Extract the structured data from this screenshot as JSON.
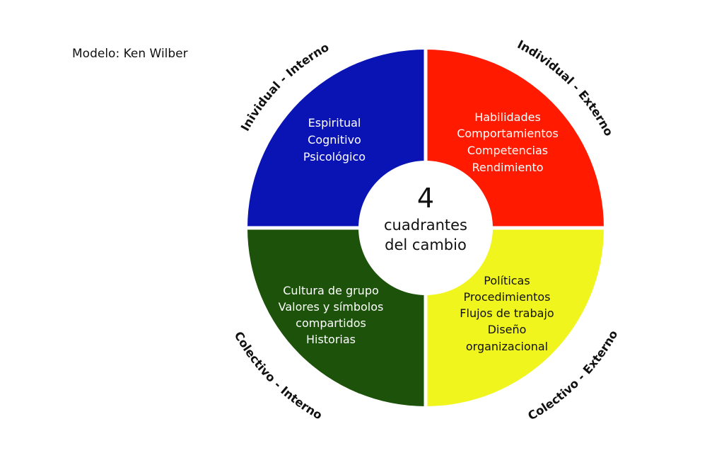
{
  "model_caption": "Modelo: Ken Wilber",
  "center": {
    "number": "4",
    "line1": "cuadrantes",
    "line2": "del cambio"
  },
  "quadrants": {
    "upper_left": {
      "title": "Inividual - Interno",
      "color": "#0a14b4",
      "text_color": "#ffffff",
      "items": [
        "Espiritual",
        "Cognitivo",
        "Psicológico"
      ]
    },
    "upper_right": {
      "title": "Individual - Externo",
      "color": "#ff1a00",
      "text_color": "#ffffff",
      "items": [
        "Habilidades",
        "Comportamientos",
        "Competencias",
        "Rendimiento"
      ]
    },
    "lower_left": {
      "title": "Colectivo - Interno",
      "color": "#1c520a",
      "text_color": "#ffffff",
      "items": [
        "Cultura de grupo",
        "Valores y símbolos",
        "compartidos",
        "Historias"
      ]
    },
    "lower_right": {
      "title": "Colectivo - Externo",
      "color": "#f0f51e",
      "text_color": "#111111",
      "items": [
        "Políticas",
        "Procedimientos",
        "Flujos de trabajo",
        "Diseño",
        "organizacional"
      ]
    }
  }
}
